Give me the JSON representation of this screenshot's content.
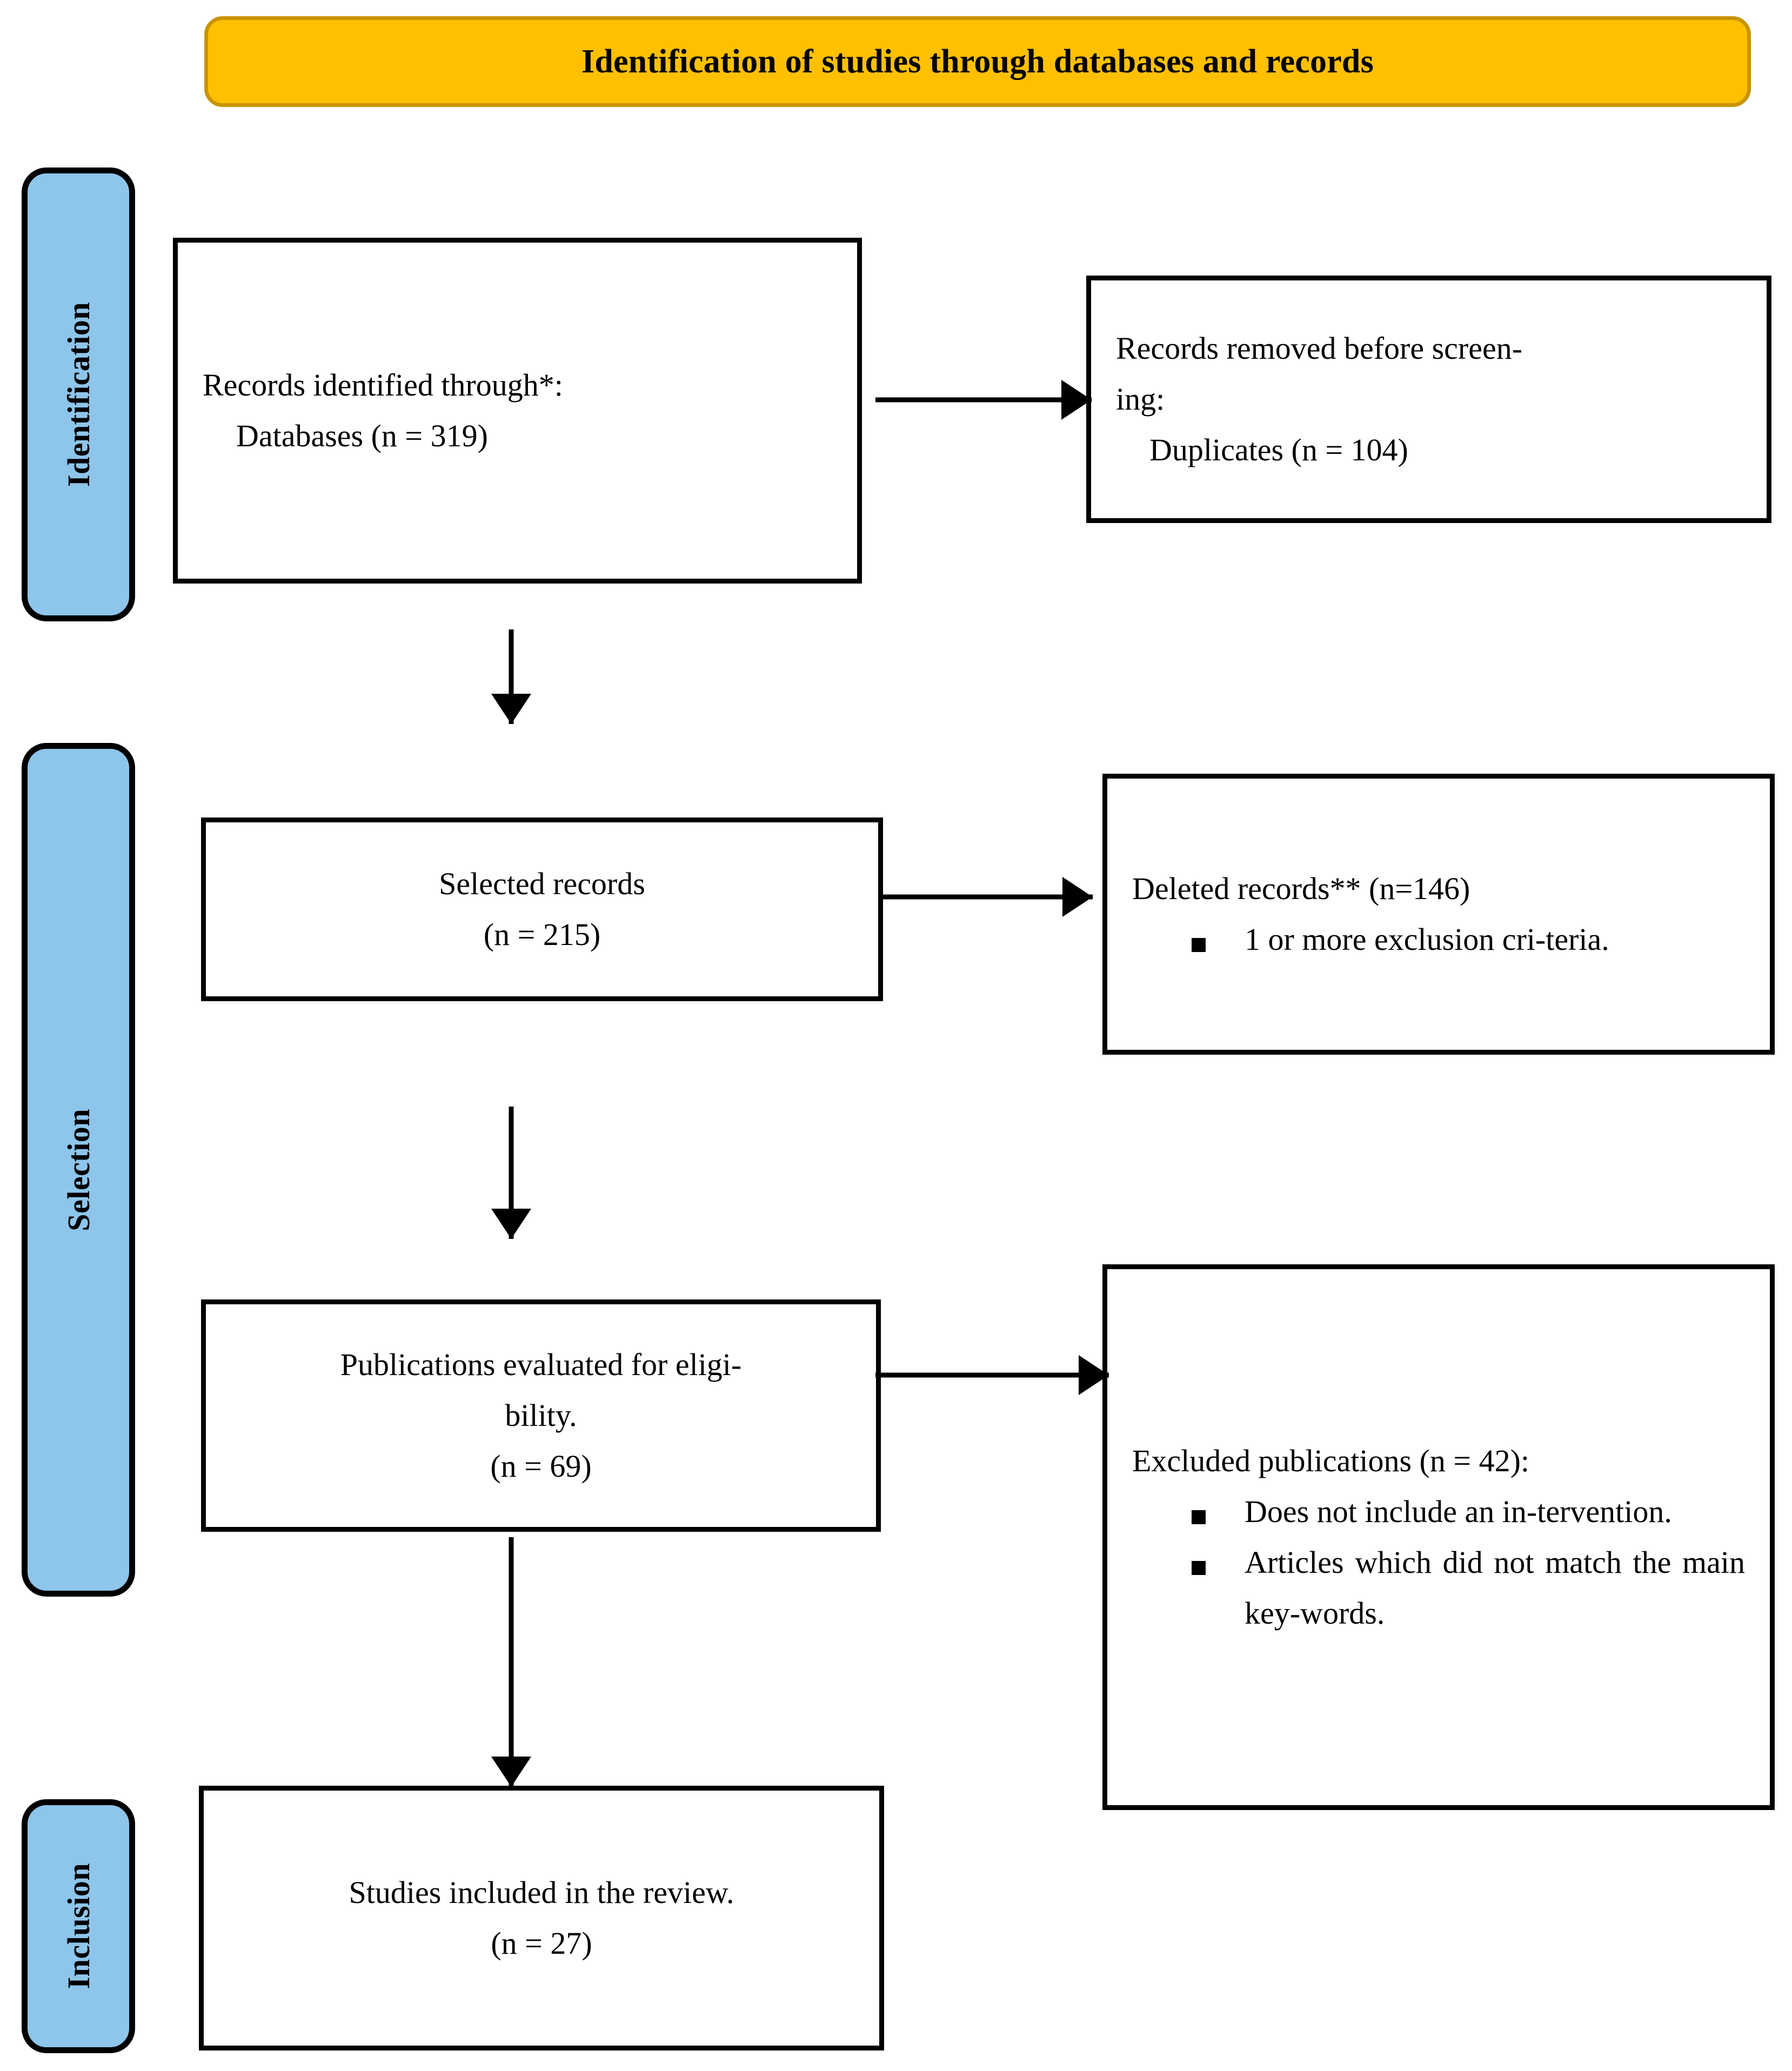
{
  "header": {
    "title": "Identification of studies through databases and records",
    "background_color": "#FFC000",
    "border_color": "#C89400"
  },
  "stages": {
    "color": "#8EC5EA",
    "items": [
      {
        "id": "identification",
        "label": "Identification"
      },
      {
        "id": "selection",
        "label": "Selection"
      },
      {
        "id": "inclusion",
        "label": "Inclusion"
      }
    ]
  },
  "flow": {
    "identified": {
      "line1": "Records identified through*:",
      "line2": "Databases (n = 319)"
    },
    "removed": {
      "line1": "Records removed before screen-",
      "line2": "ing:",
      "line3": "Duplicates (n = 104)"
    },
    "selected": {
      "line1": "Selected records",
      "line2": "(n = 215)"
    },
    "deleted": {
      "heading": "Deleted records** (n=146)",
      "bullets": [
        "1 or more exclusion cri-teria."
      ]
    },
    "evaluated": {
      "line1": "Publications evaluated for eligi-",
      "line2": "bility.",
      "line3": "(n = 69)"
    },
    "excluded": {
      "heading": "Excluded publications (n = 42):",
      "bullets": [
        "Does not include an in-tervention.",
        "Articles which did not match the main key-words."
      ]
    },
    "included": {
      "line1": "Studies included in the review.",
      "line2": "(n = 27)"
    }
  },
  "chart_data": {
    "type": "diagram",
    "title": "Identification of studies through databases and records",
    "diagram_kind": "PRISMA flow diagram",
    "stages": [
      "Identification",
      "Selection",
      "Inclusion"
    ],
    "nodes": [
      {
        "id": "identified",
        "stage": "Identification",
        "label": "Records identified through*: Databases",
        "n": 319
      },
      {
        "id": "removed",
        "stage": "Identification",
        "label": "Records removed before screening: Duplicates",
        "n": 104
      },
      {
        "id": "selected",
        "stage": "Selection",
        "label": "Selected records",
        "n": 215
      },
      {
        "id": "deleted",
        "stage": "Selection",
        "label": "Deleted records**",
        "n": 146,
        "reasons": [
          "1 or more exclusion criteria."
        ]
      },
      {
        "id": "evaluated",
        "stage": "Selection",
        "label": "Publications evaluated for eligibility.",
        "n": 69
      },
      {
        "id": "excluded",
        "stage": "Selection",
        "label": "Excluded publications",
        "n": 42,
        "reasons": [
          "Does not include an intervention.",
          "Articles which did not match the main keywords."
        ]
      },
      {
        "id": "included",
        "stage": "Inclusion",
        "label": "Studies included in the review.",
        "n": 27
      }
    ],
    "edges": [
      {
        "from": "identified",
        "to": "removed",
        "direction": "right"
      },
      {
        "from": "identified",
        "to": "selected",
        "direction": "down"
      },
      {
        "from": "selected",
        "to": "deleted",
        "direction": "right"
      },
      {
        "from": "selected",
        "to": "evaluated",
        "direction": "down"
      },
      {
        "from": "evaluated",
        "to": "excluded",
        "direction": "right"
      },
      {
        "from": "evaluated",
        "to": "included",
        "direction": "down"
      }
    ]
  }
}
